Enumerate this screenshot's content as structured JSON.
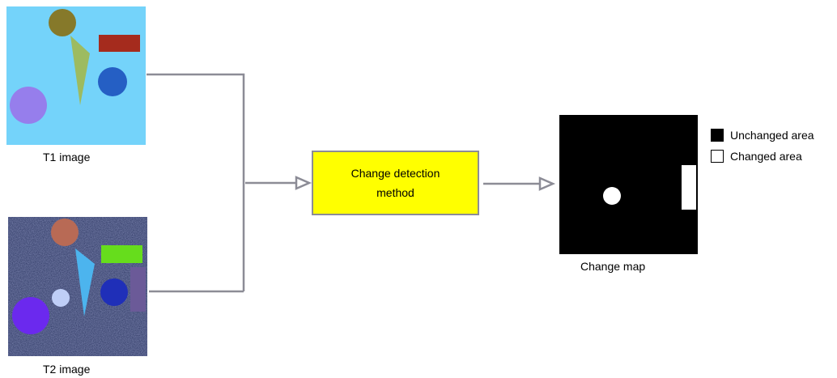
{
  "labels": {
    "t1": "T1 image",
    "t2": "T2 image",
    "method": "Change detection method",
    "change_map": "Change map"
  },
  "legend": [
    {
      "label": "Unchanged area",
      "swatch": "#000000"
    },
    {
      "label": "Changed area",
      "swatch": "#ffffff"
    }
  ],
  "colors": {
    "t1_background": "#74d3fa",
    "t2_background": "#2a3460",
    "method_fill": "#ffff00",
    "connector": "#8c8c96",
    "change_map_background": "#000000",
    "change_map_changed": "#ffffff"
  }
}
